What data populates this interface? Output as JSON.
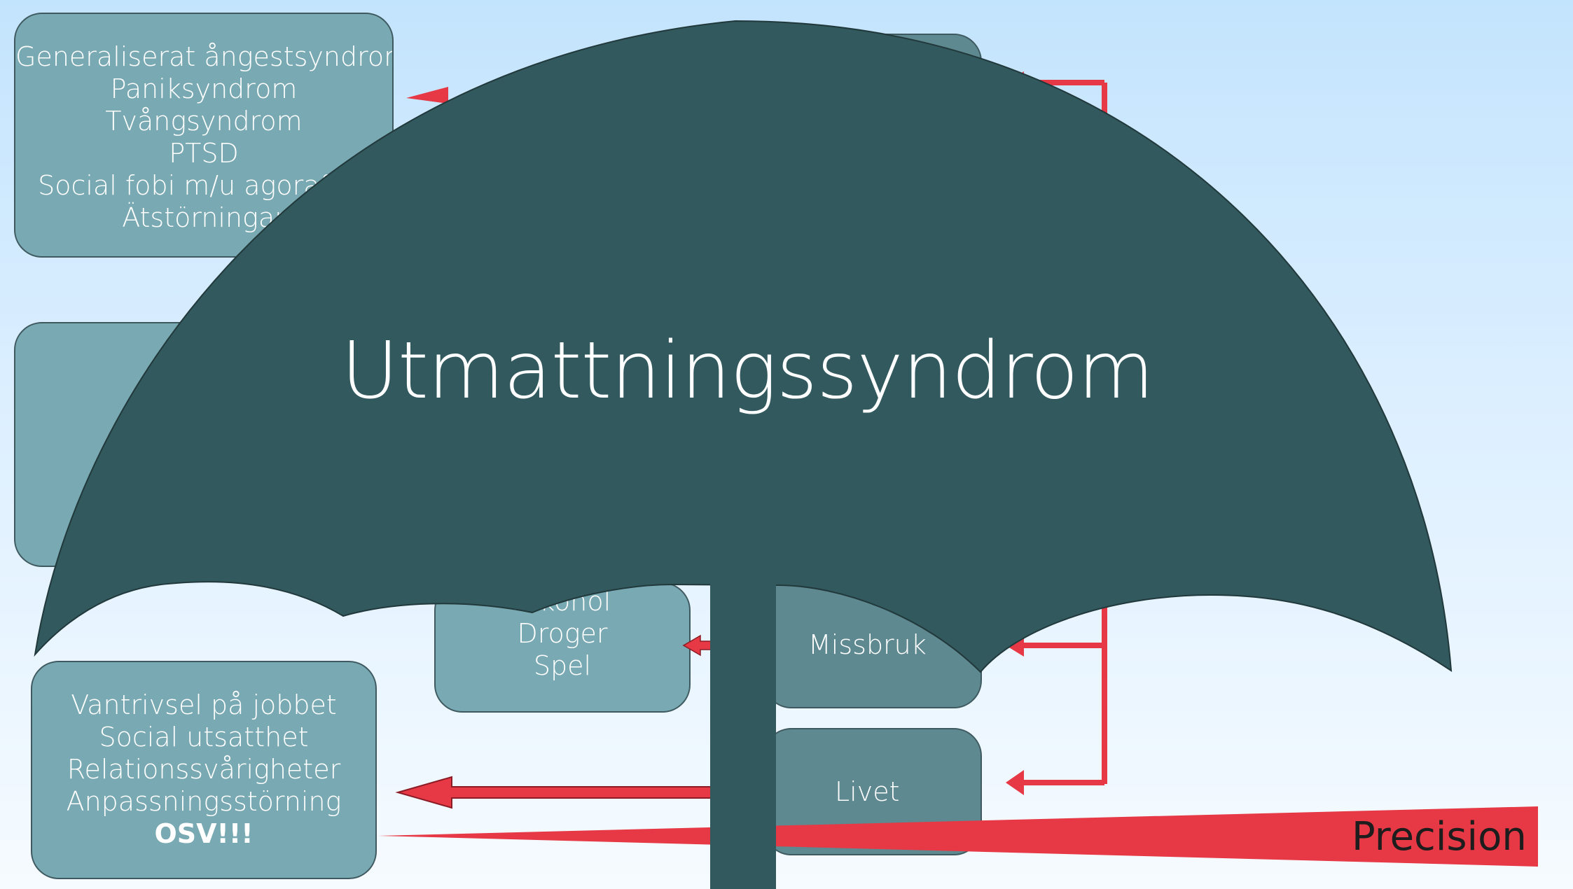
{
  "colors": {
    "box_fill": "#79a9b2",
    "box_fill_dark": "#5f8990",
    "umbrella": "#31595e",
    "arrow_red": "#e63845"
  },
  "top_left_box": {
    "lines": [
      "Generaliserat ångestsyndrom",
      "Paniksyndrom",
      "Tvångsyndrom",
      "PTSD",
      "Social fobi m/u agorafobi",
      "Ätstörningar"
    ]
  },
  "substance_box": {
    "lines": [
      "Alkohol",
      "Droger",
      "Spel"
    ]
  },
  "missbruk_box": {
    "label": "Missbruk"
  },
  "livet_box": {
    "label": "Livet"
  },
  "bottom_left_box": {
    "lines": [
      "Vantrivsel på jobbet",
      "Social utsatthet",
      "Relationssvårigheter",
      "Anpassningsstörning"
    ],
    "emphasis": "OSV!!!"
  },
  "umbrella_title": "Utmattningssyndrom",
  "precision_label": "Precision"
}
